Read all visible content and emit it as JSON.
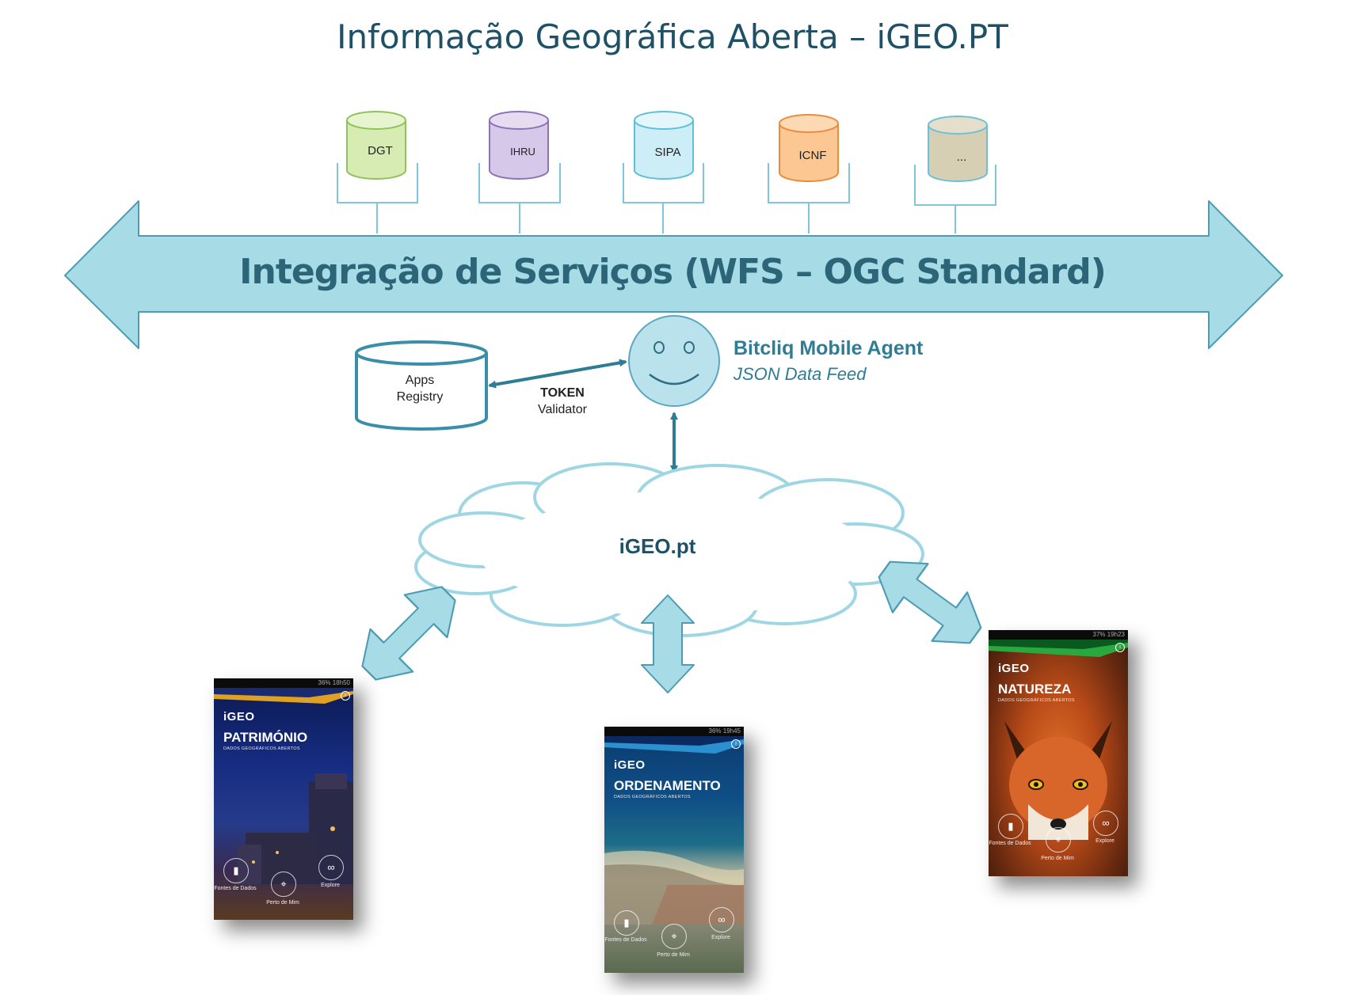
{
  "title": "Informação Geográfica Aberta – iGEO.PT",
  "bus_label": "Integração de Serviços (WFS – OGC Standard)",
  "sources": [
    {
      "label": "DGT",
      "fill": "#d6ecb3",
      "stroke": "#8fc25a"
    },
    {
      "label": "IHRU",
      "fill": "#d6c8e8",
      "stroke": "#8c73b6"
    },
    {
      "label": "SIPA",
      "fill": "#cdeef6",
      "stroke": "#5fbfd6"
    },
    {
      "label": "ICNF",
      "fill": "#fcc792",
      "stroke": "#ea8c3e"
    },
    {
      "label": "...",
      "fill": "#d7cfb4",
      "stroke": "#6ec0d8"
    }
  ],
  "apps_registry": {
    "line1": "Apps",
    "line2": "Registry"
  },
  "token": {
    "bold": "TOKEN",
    "text": "Validator"
  },
  "agent": {
    "name": "Bitcliq Mobile Agent",
    "subtitle": "JSON Data Feed"
  },
  "cloud_label": "iGEO.pt",
  "colors": {
    "accent": "#2e7d95",
    "arrow_fill": "#a7dce6",
    "arrow_stroke": "#4e9cb3",
    "cloud_stroke": "#9fd6e4"
  },
  "phones": [
    {
      "status": "36%  18h50",
      "brand": "iGEO",
      "title": "PATRIMÓNIO",
      "subtitle": "DADOS GEOGRÁFICOS ABERTOS",
      "btn1": "Fontes de Dados",
      "btn2": "Perto de Mim",
      "btn3": "Explore",
      "icon1": "portugal-map-icon",
      "icon2": "compass-icon",
      "icon3": "binoculars-icon"
    },
    {
      "status": "36%  19h45",
      "brand": "iGEO",
      "title": "ORDENAMENTO",
      "subtitle": "DADOS GEOGRÁFICOS ABERTOS",
      "btn1": "Fontes de Dados",
      "btn2": "Perto de Mim",
      "btn3": "Explore",
      "icon1": "portugal-map-icon",
      "icon2": "compass-icon",
      "icon3": "binoculars-icon"
    },
    {
      "status": "37%  19h23",
      "brand": "iGEO",
      "title": "NATUREZA",
      "subtitle": "DADOS GEOGRÁFICOS ABERTOS",
      "btn1": "Fontes de Dados",
      "btn2": "Perto de Mim",
      "btn3": "Explore",
      "icon1": "portugal-map-icon",
      "icon2": "compass-icon",
      "icon3": "binoculars-icon"
    }
  ]
}
